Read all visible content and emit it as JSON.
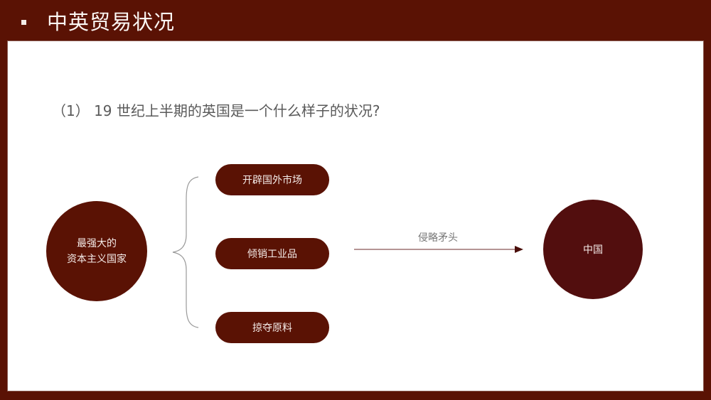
{
  "header": {
    "title": "中英贸易状况"
  },
  "question": {
    "text": "（1） 19 世纪上半期的英国是一个什么样子的状况?"
  },
  "diagram": {
    "source_node": {
      "line1": "最强大的",
      "line2": "资本主义国家"
    },
    "branches": [
      {
        "label": "开辟国外市场"
      },
      {
        "label": "倾销工业品"
      },
      {
        "label": "掠夺原料"
      }
    ],
    "arrow": {
      "label": "侵略矛头"
    },
    "target_node": {
      "label": "中国"
    }
  },
  "colors": {
    "frame": "#5a1204",
    "node_fill": "#5a1204",
    "target_fill": "#520e0e",
    "panel": "#ffffff",
    "text_light": "#f4ebe8",
    "text_gray": "#5a5a5a",
    "connector": "#999999"
  }
}
